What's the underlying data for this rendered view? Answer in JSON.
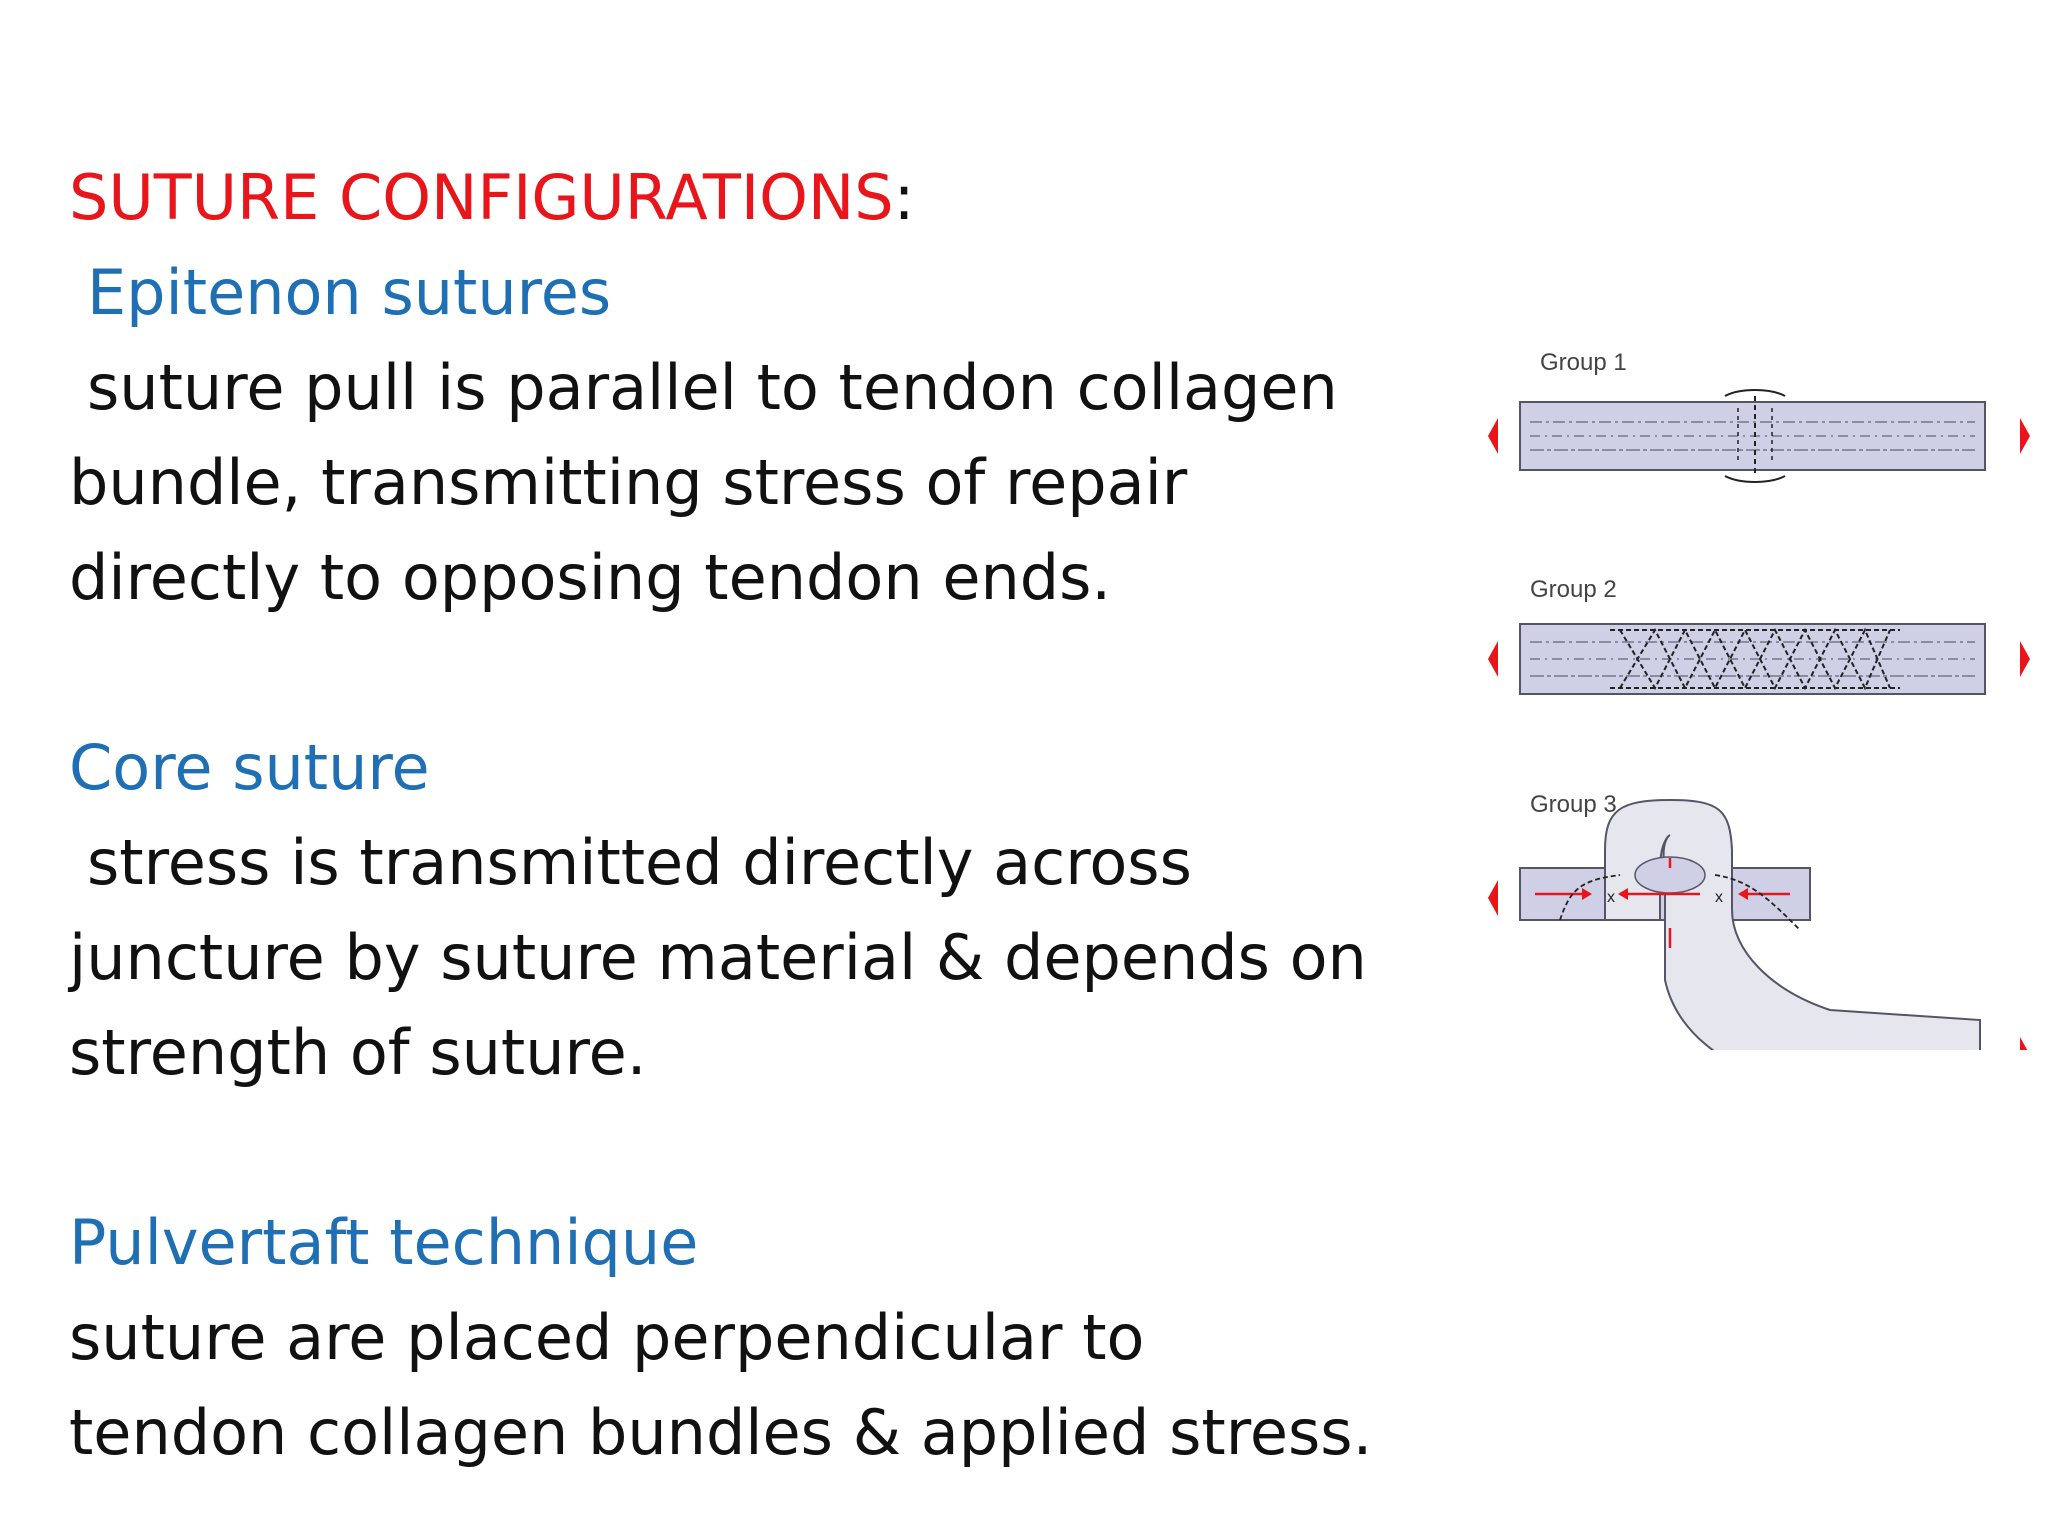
{
  "slide": {
    "title": "SUTURE CONFIGURATIONS",
    "title_suffix": ":",
    "sections": [
      {
        "heading": "Epitenon sutures",
        "lines": [
          "suture pull is parallel to tendon collagen",
          "bundle, transmitting stress of repair",
          "directly to opposing tendon ends."
        ]
      },
      {
        "heading": "Core suture",
        "lines": [
          "stress is transmitted directly across",
          "juncture by suture material & depends on",
          "strength of suture."
        ]
      },
      {
        "heading": "Pulvertaft technique",
        "lines": [
          "suture are placed perpendicular to",
          "tendon collagen bundles & applied stress."
        ]
      }
    ]
  },
  "figure": {
    "groups": [
      {
        "label": "Group 1"
      },
      {
        "label": "Group 2"
      },
      {
        "label": "Group 3"
      }
    ],
    "colors": {
      "tendon_fill": "#cfcfe6",
      "tendon_stroke": "#555566",
      "arrow": "#e8161b",
      "suture": "#222222"
    }
  }
}
